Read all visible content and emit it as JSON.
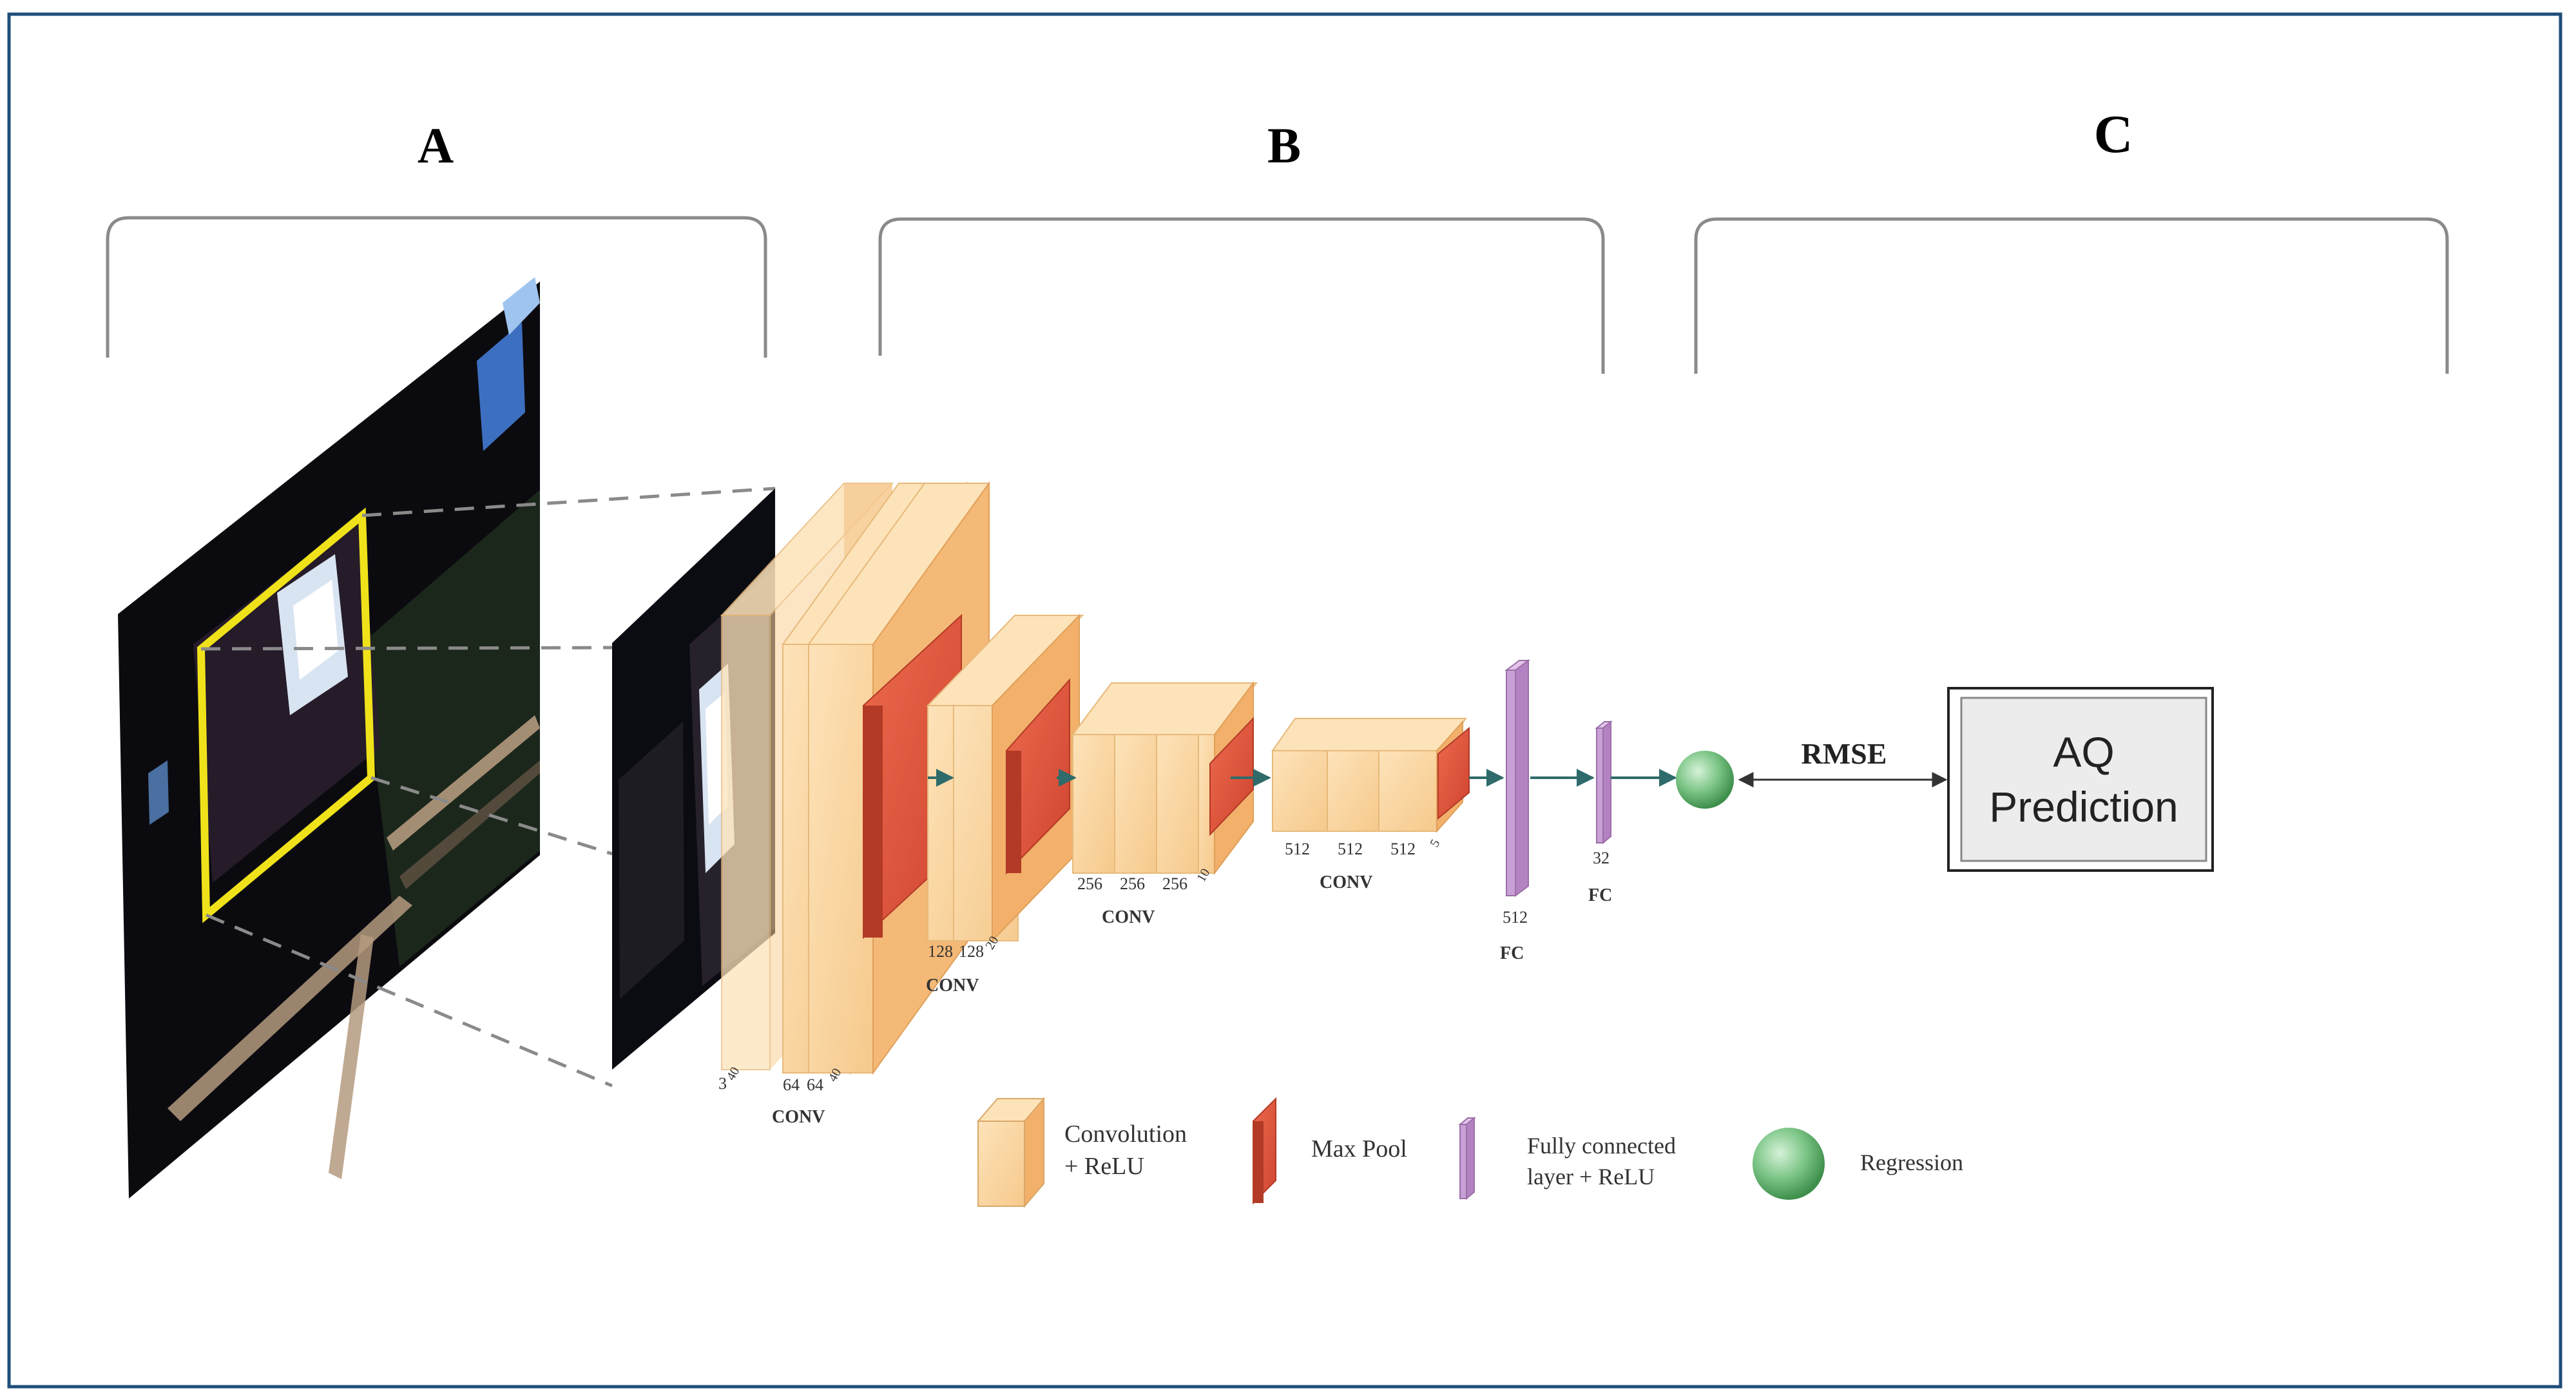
{
  "sections": {
    "a": "A",
    "b": "B",
    "c": "C"
  },
  "layer_groups": {
    "g1": {
      "dims": [
        "3",
        "64",
        "64"
      ],
      "sizes": [
        "40",
        "40"
      ],
      "label": "CONV"
    },
    "g2": {
      "dims": [
        "128",
        "128"
      ],
      "sizes": [
        "20"
      ],
      "label": "CONV"
    },
    "g3": {
      "dims": [
        "256",
        "256",
        "256"
      ],
      "sizes": [
        "10"
      ],
      "label": "CONV"
    },
    "g4": {
      "dims": [
        "512",
        "512",
        "512"
      ],
      "sizes": [
        "5"
      ],
      "label": "CONV"
    },
    "fc1": {
      "dim": "512",
      "label": "FC"
    },
    "fc2": {
      "dim": "32",
      "label": "FC"
    }
  },
  "loss_label": "RMSE",
  "output": {
    "line1": "AQ",
    "line2": "Prediction"
  },
  "legend": {
    "conv": [
      "Convolution",
      "+ ReLU"
    ],
    "pool": "Max Pool",
    "fc": [
      "Fully connected",
      "layer + ReLU"
    ],
    "regression": "Regression"
  },
  "colors": {
    "frame": "#1f4e79",
    "conv_face": "#fbd9a6",
    "conv_side": "#f2b06a",
    "pool_face": "#e0553c",
    "pool_side": "#b23a26",
    "fc_face": "#c9a0d6",
    "regression": "#6fbf7a",
    "bracket": "#8a8a8a",
    "highlight": "#f0e21a"
  }
}
